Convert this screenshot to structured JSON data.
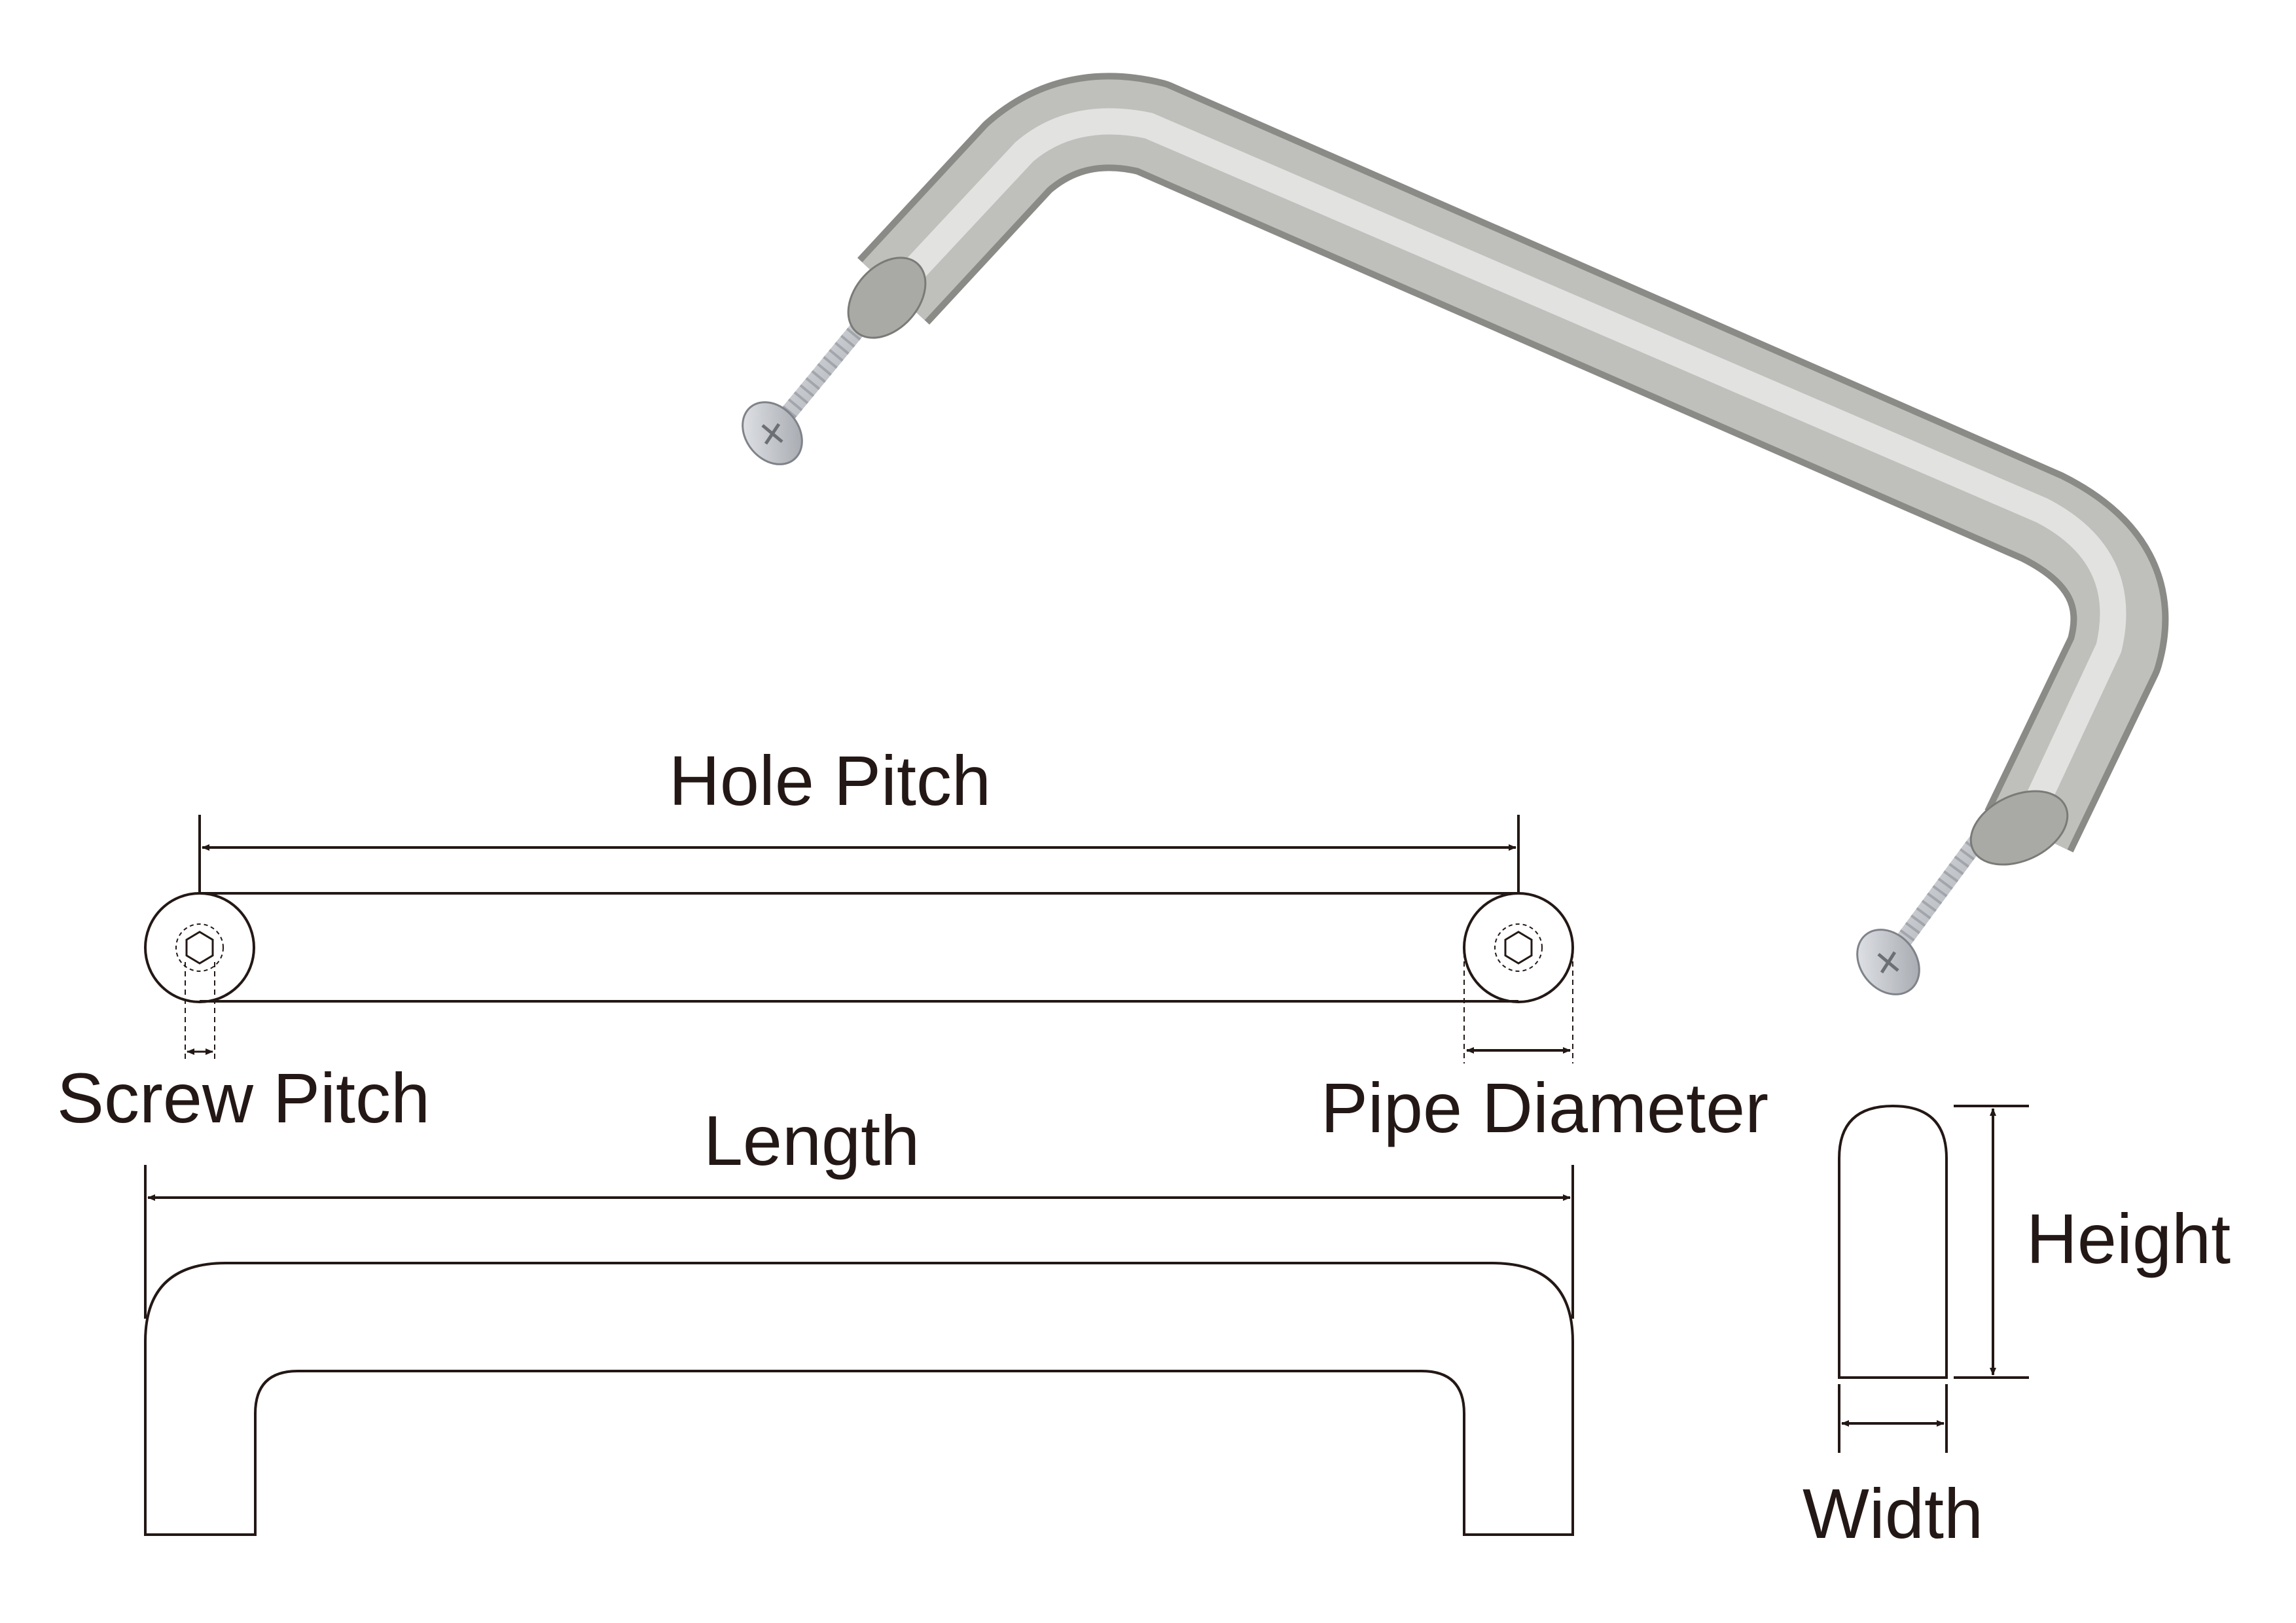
{
  "labels": {
    "hole_pitch": "Hole Pitch",
    "screw_pitch": "Screw Pitch",
    "pipe_diameter": "Pipe Diameter",
    "length": "Length",
    "height": "Height",
    "width": "Width"
  },
  "colors": {
    "line": "#231815",
    "metal_light": "#e4e4e2",
    "metal_mid": "#bdbdba",
    "metal_dark": "#8f8f8c",
    "screw": "#c9ccd0"
  }
}
